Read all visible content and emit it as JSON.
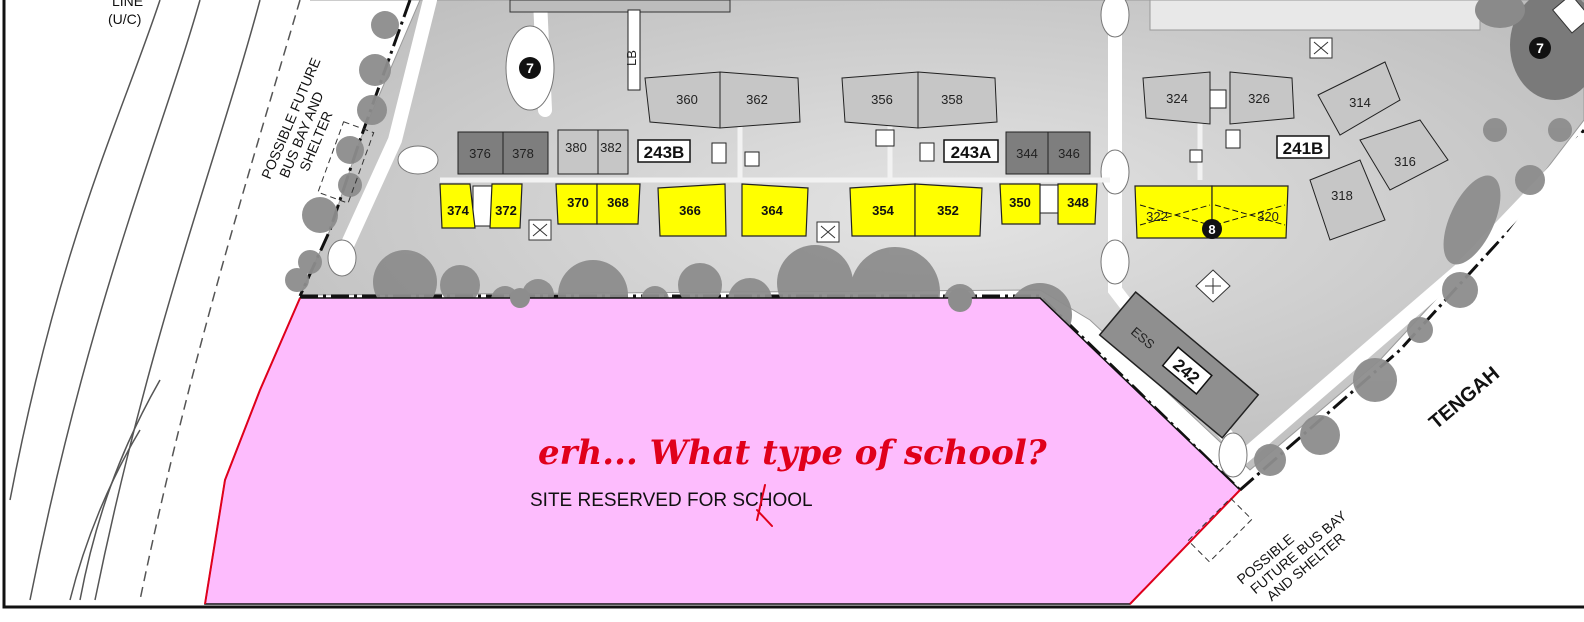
{
  "top_left_label": [
    "LINE",
    "(U/C)"
  ],
  "possible_bus_bay_left": [
    "POSSIBLE FUTURE",
    "BUS BAY AND",
    "SHELTER"
  ],
  "possible_bus_bay_right": [
    "POSSIBLE",
    "FUTURE BUS BAY",
    "AND SHELTER"
  ],
  "road_name": "TENGAH",
  "blocks": {
    "b243b": "243B",
    "b243a": "243A",
    "b241b": "241B",
    "b242": "242",
    "ess": "ESS"
  },
  "markers": {
    "m7a": "7",
    "m7b": "7",
    "m8": "8"
  },
  "lift_label": "LB",
  "units_grey": [
    "376",
    "378",
    "380",
    "382",
    "360",
    "362",
    "356",
    "358",
    "344",
    "346",
    "324",
    "326",
    "314",
    "316",
    "318"
  ],
  "units_yellow": [
    "374",
    "372",
    "370",
    "368",
    "366",
    "364",
    "354",
    "352",
    "350",
    "348",
    "322",
    "320"
  ],
  "annotation": "erh... What type of school?",
  "site_label": "SITE RESERVED FOR SCHOOL",
  "colors": {
    "school_site": "#fdbcfd",
    "highlight_units": "#ffff00",
    "annotation": "#e0001b",
    "tree": "#8d8d8d",
    "ground": "#d6d6d6"
  }
}
